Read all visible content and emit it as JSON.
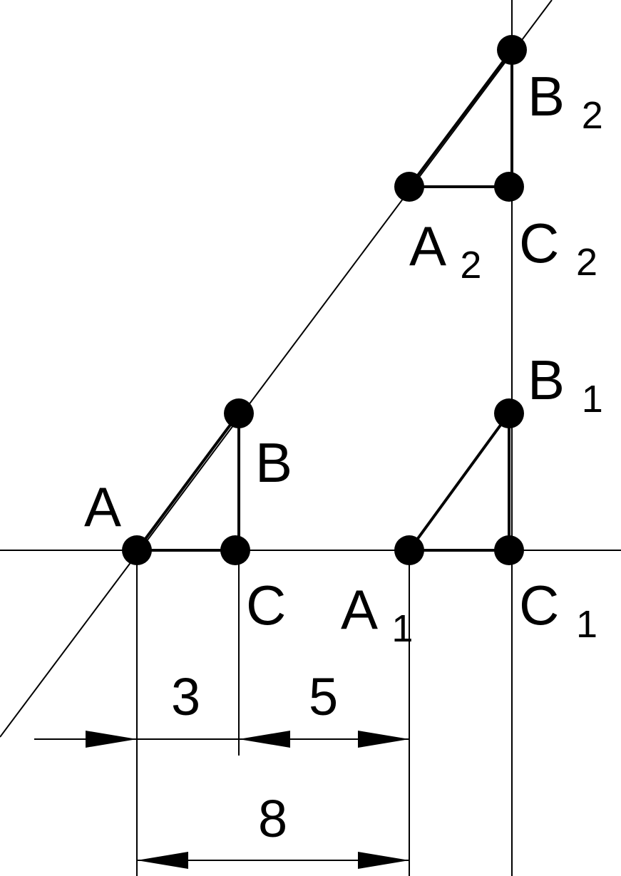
{
  "points": {
    "A": {
      "label": "A",
      "sub": ""
    },
    "B": {
      "label": "B",
      "sub": ""
    },
    "C": {
      "label": "C",
      "sub": ""
    },
    "A1": {
      "label": "A",
      "sub": "1"
    },
    "B1": {
      "label": "B",
      "sub": "1"
    },
    "C1": {
      "label": "C",
      "sub": "1"
    },
    "A2": {
      "label": "A",
      "sub": "2"
    },
    "B2": {
      "label": "B",
      "sub": "2"
    },
    "C2": {
      "label": "C",
      "sub": "2"
    }
  },
  "dimensions": {
    "ac": "3",
    "ca1": "5",
    "aa1": "8"
  },
  "colors": {
    "ink": "#000000",
    "background": "#ffffff"
  }
}
